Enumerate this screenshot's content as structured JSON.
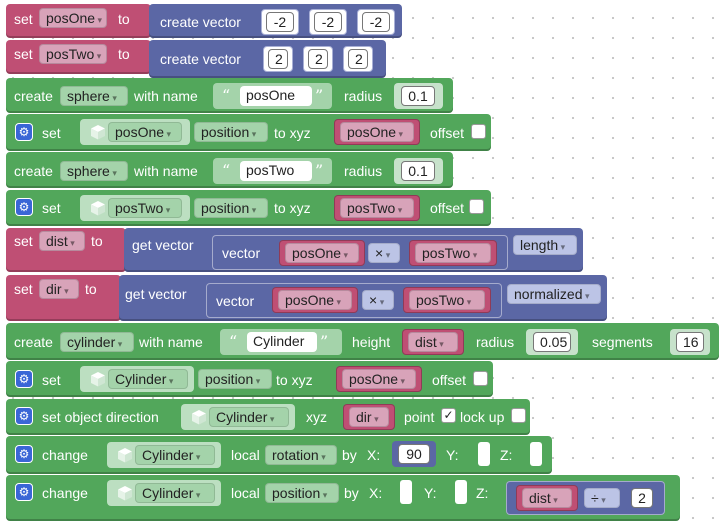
{
  "colors": {
    "variable": "#bf4f74",
    "vector": "#5b67a5",
    "object": "#52a75b",
    "gear": "#3a66d6"
  },
  "set_label": "set",
  "to_label": "to",
  "create_label": "create",
  "with_name_label": "with name",
  "radius_label": "radius",
  "height_label": "height",
  "segments_label": "segments",
  "position_label": "position",
  "to_xyz_label": "to xyz",
  "xyz_label": "xyz",
  "offset_label": "offset",
  "get_vector_label": "get vector",
  "vector_label": "vector",
  "change_label": "change",
  "local_label": "local",
  "by_label": "by",
  "x_label": "X:",
  "y_label": "Y:",
  "z_label": "Z:",
  "rows": {
    "r1": {
      "var": "posOne",
      "op": "create vector",
      "x": "-2",
      "y": "-2",
      "z": "-2"
    },
    "r2": {
      "var": "posTwo",
      "op": "create vector",
      "x": "2",
      "y": "2",
      "z": "2"
    },
    "r3": {
      "shape": "sphere",
      "name": "posOne",
      "radius": "0.1"
    },
    "r4": {
      "object": "posOne",
      "property": "position",
      "value_var": "posOne"
    },
    "r5": {
      "shape": "sphere",
      "name": "posTwo",
      "radius": "0.1"
    },
    "r6": {
      "object": "posTwo",
      "property": "position",
      "value_var": "posTwo"
    },
    "r7": {
      "var": "dist",
      "a": "posOne",
      "op": "×",
      "b": "posTwo",
      "fn": "length"
    },
    "r8": {
      "var": "dir",
      "a": "posOne",
      "op": "×",
      "b": "posTwo",
      "fn": "normalized"
    },
    "r9": {
      "shape": "cylinder",
      "name": "Cylinder",
      "height_var": "dist",
      "radius": "0.05",
      "segments": "16"
    },
    "r10": {
      "object": "Cylinder",
      "property": "position",
      "value_var": "posOne"
    },
    "r11": {
      "label": "set object direction",
      "object": "Cylinder",
      "dir_var": "dir",
      "point_label": "point",
      "point_checked": "✓",
      "lockup_label": "lock up"
    },
    "r12": {
      "object": "Cylinder",
      "property": "rotation",
      "x": "90"
    },
    "r13": {
      "object": "Cylinder",
      "property": "position",
      "z_var": "dist",
      "op": "÷",
      "z_num": "2"
    }
  }
}
